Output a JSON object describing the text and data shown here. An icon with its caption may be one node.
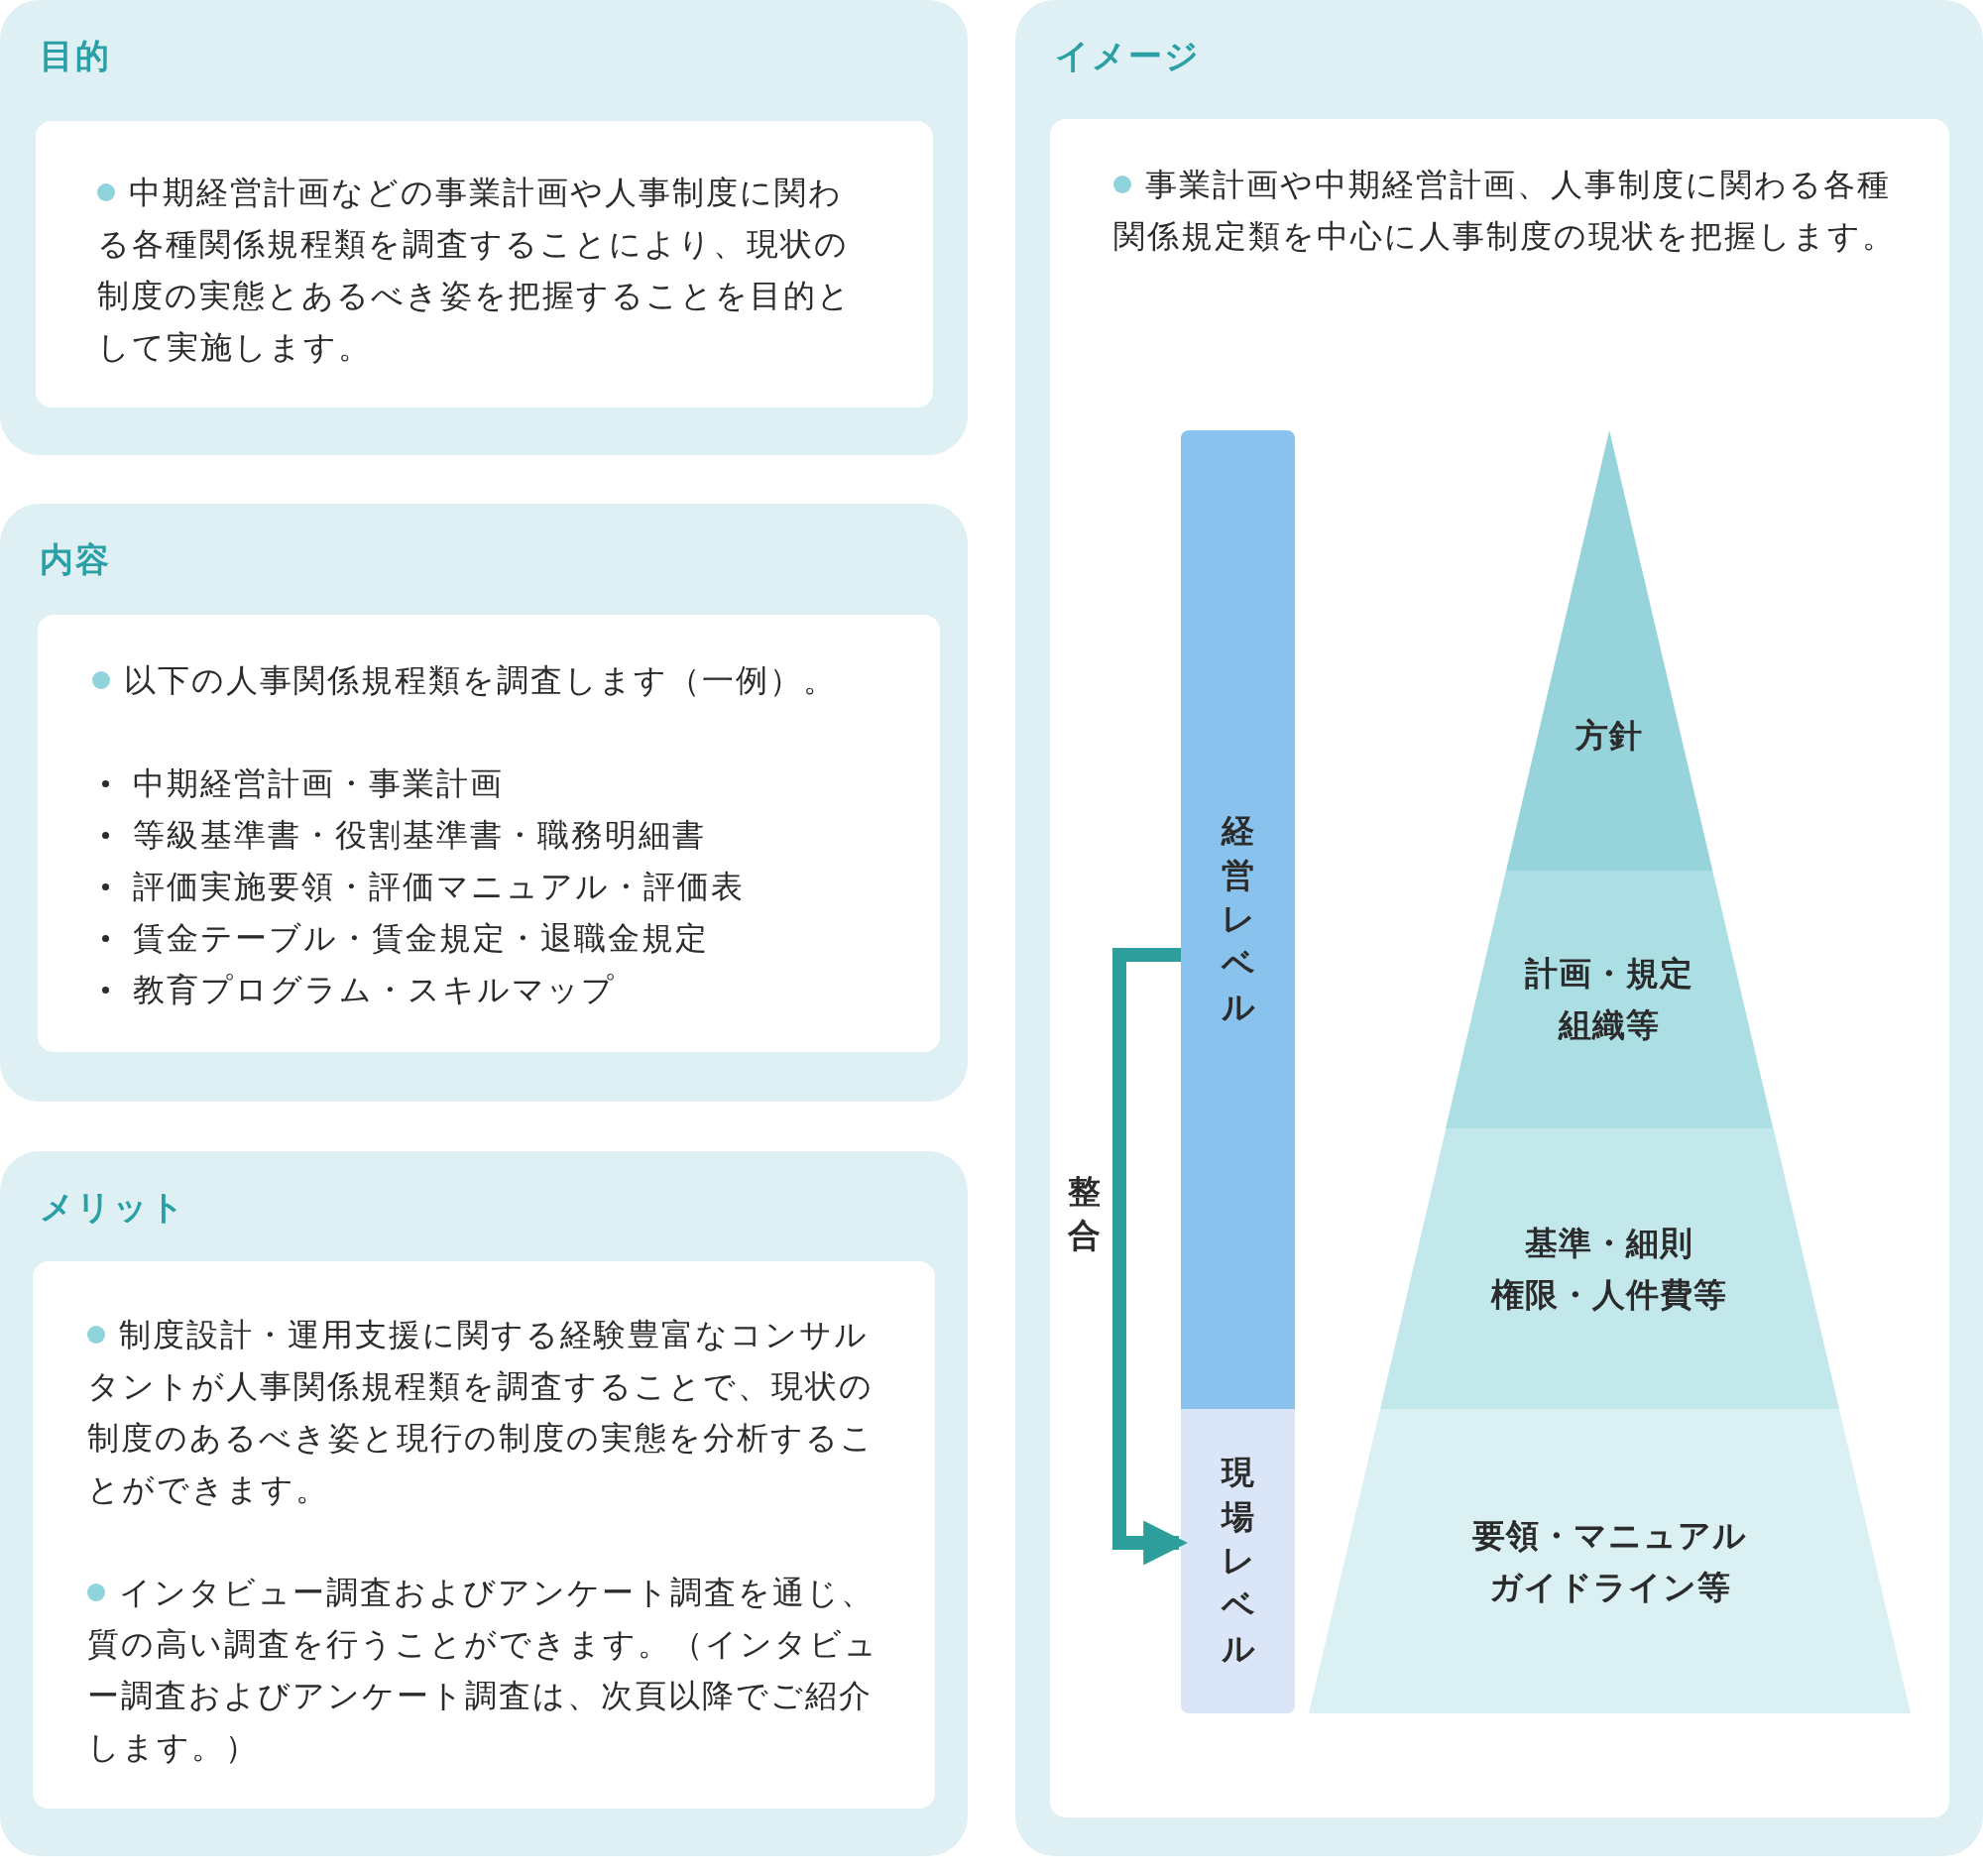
{
  "diagram": {
    "nodes": [
      {
        "text": [
          "目的"
        ]
      },
      {
        "text": [
          "中期経営計画などの事業計画や人事制度に関わる各種関係規程類を調査することにより、現状の制度の実態とあるべき姿を把握することを目的として実施します。"
        ],
        "in": 0
      },
      {
        "text": [
          "内容"
        ]
      },
      {
        "text": [
          "以下の人事関係規程類を調査します（一例）。",
          "中期経営計画・事業計画",
          "等級基準書・役割基準書・職務明細書",
          "評価実施要領・評価マニュアル・評価表",
          "賃金テーブル・賃金規定・退職金規定",
          "教育プログラム・スキルマップ"
        ],
        "in": 2
      },
      {
        "text": [
          "メリット"
        ]
      },
      {
        "text": [
          "制度設計・運用支援に関する経験豊富なコンサルタントが人事関係規程類を調査することで、現状の制度のあるべき姿と現行の制度の実態を分析することができます。",
          "インタビュー調査およびアンケート調査を通じ、質の高い調査を行うことができます。（インタビュー調査およびアンケート調査は、次頁以降でご紹介します。）"
        ],
        "in": 4
      },
      {
        "text": [
          "イメージ"
        ]
      },
      {
        "text": [
          "事業計画や中期経営計画、人事制度に関わる各種関係規定類を中心に人事制度の現状を把握します。"
        ],
        "in": 6
      },
      {
        "text": [
          "経営レベル"
        ],
        "in": 7
      },
      {
        "text": [
          "現場レベル"
        ],
        "in": 7
      },
      {
        "text": [
          "方針"
        ],
        "in": 7
      },
      {
        "text": [
          "計画・規定",
          "組織等"
        ],
        "in": 7
      },
      {
        "text": [
          "基準・細則",
          "権限・人件費等"
        ],
        "in": 7
      },
      {
        "text": [
          "要領・マニュアル",
          "ガイドライン等"
        ],
        "in": 7
      }
    ],
    "edges": [
      {
        "from": 8,
        "to": 9,
        "arrow": "to",
        "label": "整合"
      }
    ]
  }
}
